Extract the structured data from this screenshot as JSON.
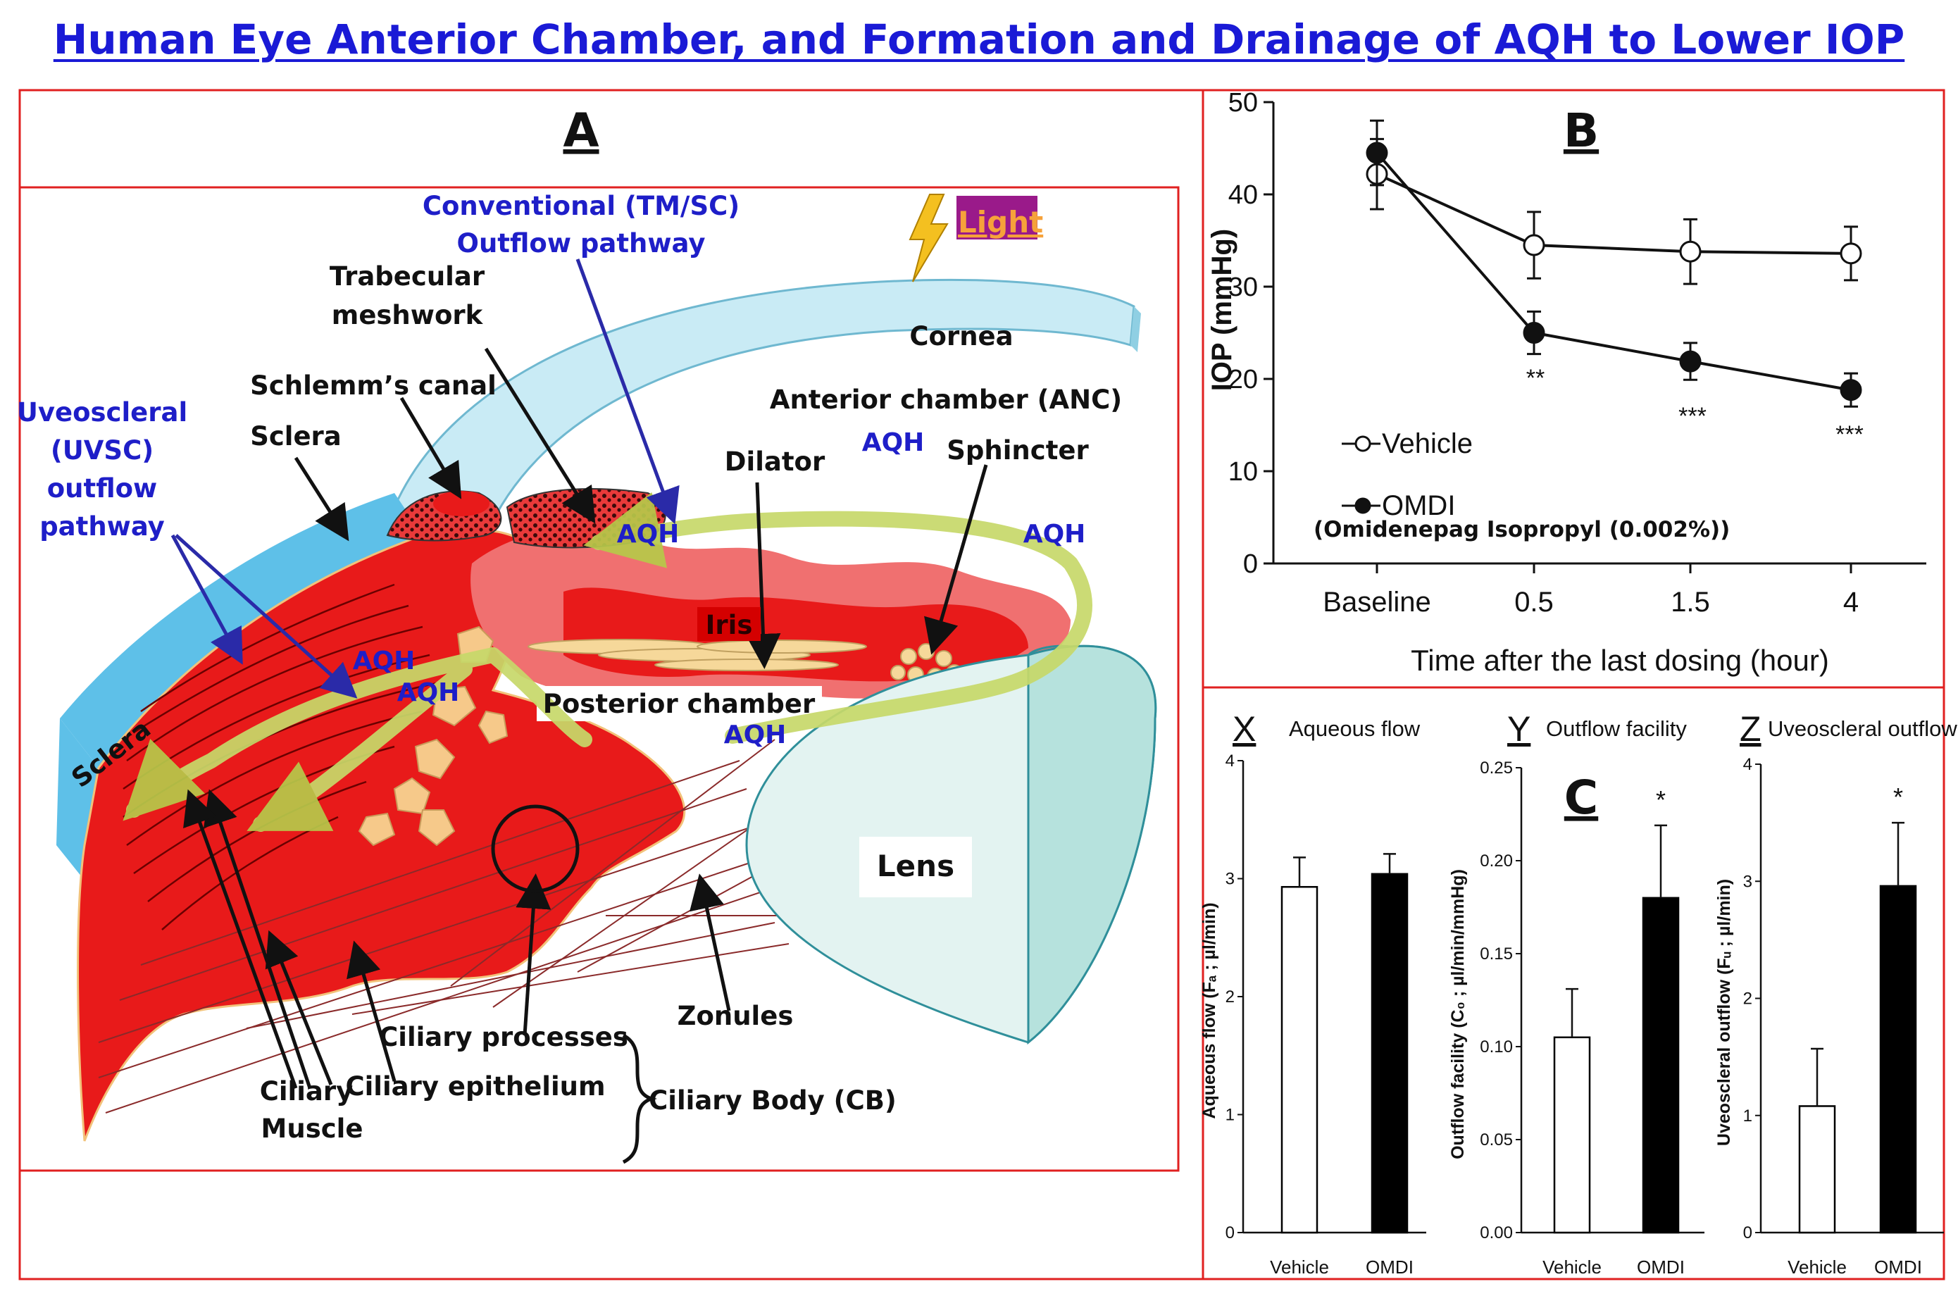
{
  "title": "Human Eye Anterior Chamber, and Formation and Drainage of AQH to Lower IOP",
  "panel_a": {
    "letter": "A",
    "light": "Light",
    "labels": {
      "conventional": [
        "Conventional (TM/SC)",
        "Outflow pathway"
      ],
      "trabecular": [
        "Trabecular",
        "meshwork"
      ],
      "schlemm": "Schlemm’s canal",
      "sclera_top": "Sclera",
      "uveoscleral": [
        "Uveoscleral",
        "(UVSC)",
        "outflow",
        "pathway"
      ],
      "cornea": "Cornea",
      "anterior_chamber": "Anterior chamber (ANC)",
      "dilator": "Dilator",
      "sphincter": "Sphincter",
      "iris": "Iris",
      "posterior_chamber": "Posterior chamber",
      "lens": "Lens",
      "zonules": "Zonules",
      "sclera_side": "Sclera",
      "ciliary_processes": "Ciliary processes",
      "ciliary_epithelium": "Ciliary epithelium",
      "ciliary_muscle": [
        "Ciliary",
        "Muscle"
      ],
      "ciliary_body": "Ciliary Body (CB)",
      "aqh": "AQH"
    }
  },
  "panel_b": {
    "letter": "B",
    "legend": [
      "Vehicle",
      "OMDI"
    ],
    "drug_note": "(Omidenepag Isopropyl (0.002%))",
    "significance": [
      "**",
      "***",
      "***"
    ]
  },
  "panel_c": {
    "letter": "C",
    "sub": [
      {
        "letter": "X",
        "title": "Aqueous flow",
        "ylabel": "Aqueous flow (Fₐ ; µl/min)",
        "significance": ""
      },
      {
        "letter": "Y",
        "title": "Outflow facility",
        "ylabel": "Outflow facility (C₀ ; µl/min/mmHg)",
        "significance": "*"
      },
      {
        "letter": "Z",
        "title": "Uveoscleral outflow",
        "ylabel": "Uveoscleral outflow (Fᵤ ; µl/min)",
        "significance": "*"
      }
    ]
  },
  "colors": {
    "red_box": "#e02020",
    "blue_text": "#1e1ec8",
    "tissue": "#e81a1a",
    "aqh_path": "#c7d96a",
    "cornea": "#bfe6f2"
  },
  "chart_data": [
    {
      "type": "line",
      "categories": [
        "Baseline",
        "0.5",
        "1.5",
        "4"
      ],
      "xlabel": "Time after the last dosing (hour)",
      "ylabel": "IOP (mmHg)",
      "ylim": [
        0,
        50
      ],
      "yticks": [
        0,
        10,
        20,
        30,
        40,
        50
      ],
      "series": [
        {
          "name": "Vehicle",
          "marker": "open-circle",
          "values": [
            42.2,
            34.5,
            33.8,
            33.6
          ],
          "errors": [
            3.8,
            3.6,
            3.5,
            2.9
          ]
        },
        {
          "name": "OMDI",
          "marker": "filled-circle",
          "values": [
            44.5,
            25.0,
            21.9,
            18.8
          ],
          "errors": [
            3.5,
            2.3,
            2.0,
            1.8
          ]
        }
      ]
    },
    {
      "type": "bar",
      "title": "Aqueous flow",
      "ylabel": "Aqueous flow (Fₐ ; µl/min)",
      "categories": [
        "Vehicle",
        "OMDI"
      ],
      "values": [
        2.93,
        3.04
      ],
      "errors": [
        0.25,
        0.17
      ],
      "ylim": [
        0,
        4
      ],
      "yticks": [
        "0",
        "1",
        "2",
        "3",
        "4"
      ]
    },
    {
      "type": "bar",
      "title": "Outflow facility",
      "ylabel": "Outflow facility (C₀ ; µl/min/mmHg)",
      "categories": [
        "Vehicle",
        "OMDI"
      ],
      "values": [
        0.105,
        0.18
      ],
      "errors": [
        0.026,
        0.039
      ],
      "ylim": [
        0,
        0.25
      ],
      "yticks": [
        "0.00",
        "0.05",
        "0.10",
        "0.15",
        "0.20",
        "0.25"
      ]
    },
    {
      "type": "bar",
      "title": "Uveoscleral outflow",
      "ylabel": "Uveoscleral outflow (Fᵤ ; µl/min)",
      "categories": [
        "Vehicle",
        "OMDI"
      ],
      "values": [
        1.08,
        2.96
      ],
      "errors": [
        0.49,
        0.54
      ],
      "ylim": [
        0,
        4
      ],
      "yticks": [
        "0",
        "1",
        "2",
        "3",
        "4"
      ]
    }
  ]
}
